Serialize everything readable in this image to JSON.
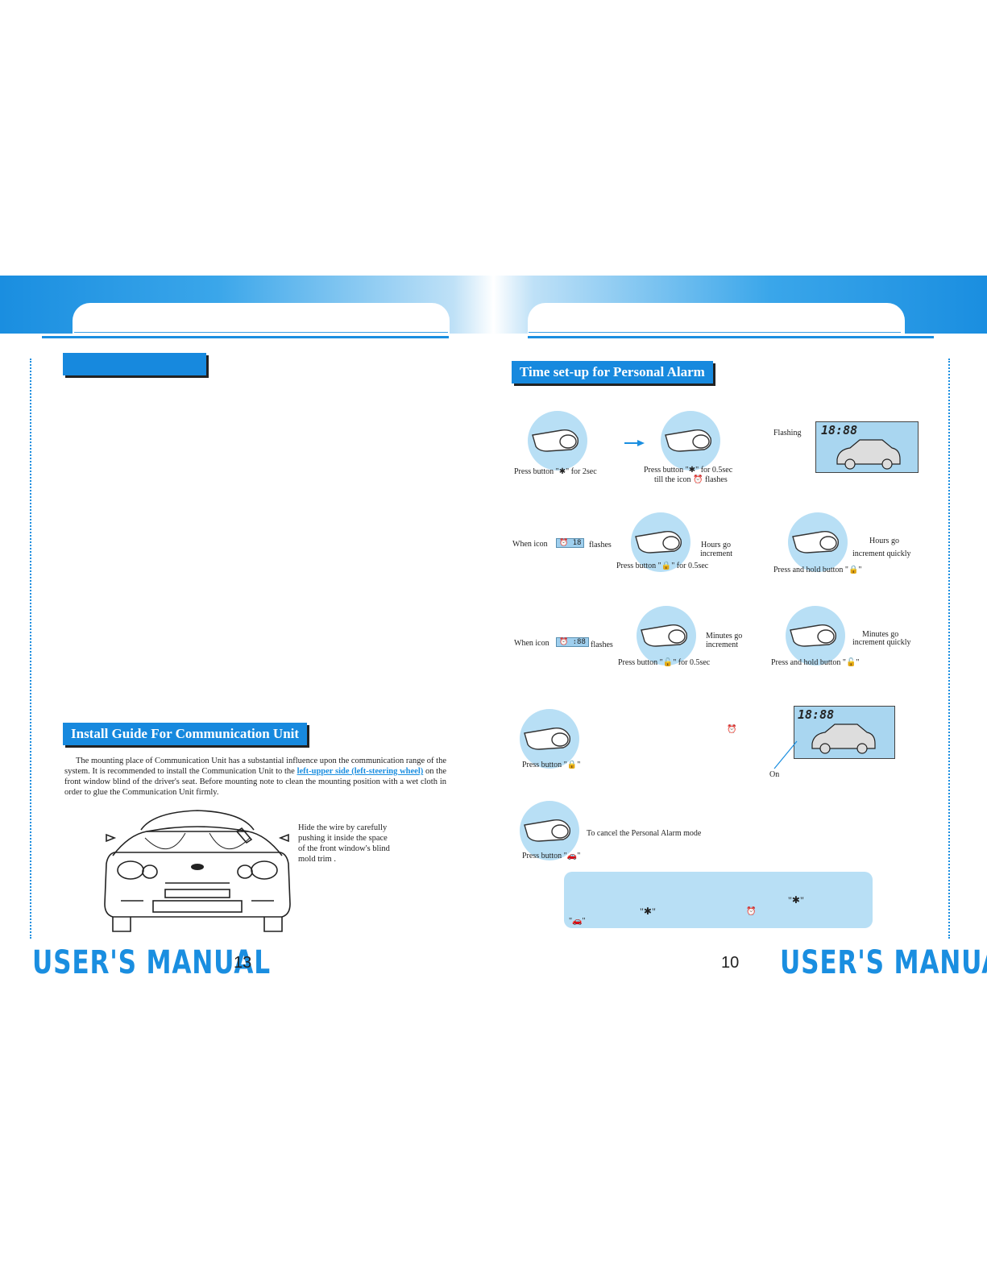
{
  "left_page": {
    "section_top_title": "",
    "section_install": {
      "title": "Install Guide For Communication Unit",
      "para_a": "The mounting place of Communication Unit has a substantial influence upon the communication range of the system. It is recommended to install the Communication Unit to the",
      "link": "left-upper side (left-steering wheel)",
      "para_b": "on the front window blind of the driver's seat. Before mounting note to clean the mounting position with a wet cloth in order to glue the Communication Unit firmly."
    },
    "car_note": [
      "Hide the wire by carefully",
      "pushing it inside the space",
      "of the front window's blind",
      "mold trim ."
    ],
    "brand": "USER'S MANUAL",
    "page_number": "13"
  },
  "right_page": {
    "section_title": "Time set-up for Personal Alarm",
    "row1": {
      "cap1": "Press button \"✱\" for 2sec",
      "cap2a": "Press button \"✱\" for 0.5sec",
      "cap2b": "till the icon ⏰ flashes",
      "flashing": "Flashing",
      "lcd_time": "18:88"
    },
    "row2": {
      "when_icon": "When icon",
      "chip": "⏰ 18",
      "flashes": "flashes",
      "press": "Press button \"🔒\" for 0.5sec",
      "result_a": "Hours go",
      "result_b": "increment",
      "hold": "Press and hold button \"🔒\"",
      "quick_a": "Hours go",
      "quick_b": "increment quickly"
    },
    "row3": {
      "when_icon": "When icon",
      "chip": "⏰ :88",
      "flashes": "flashes",
      "press": "Press button \"🔓\" for 0.5sec",
      "result_a": "Minutes go",
      "result_b": "increment",
      "hold": "Press and hold button \"🔓\"",
      "quick_a": "Minutes go",
      "quick_b": "increment quickly"
    },
    "row4": {
      "press": "Press button \"🔒\"",
      "alarm_icon": "⏰",
      "on": "On",
      "lcd_time": "18:88"
    },
    "row5": {
      "press": "Press button \"🚗\"",
      "cancel": "To cancel the Personal Alarm mode"
    },
    "note": {
      "star1": "\"✱\"",
      "star2": "\"✱\"",
      "alarm": "⏰",
      "car": "\"🚗\""
    },
    "brand": "USER'S MANUAL",
    "page_number": "10"
  },
  "colors": {
    "accent": "#1a8ee0",
    "section_bg": "#1789de",
    "circle": "#b8dff5"
  },
  "icons": [
    "hand-press-icon",
    "arrow-right-icon",
    "lcd-display-icon",
    "car-front-illustration"
  ]
}
